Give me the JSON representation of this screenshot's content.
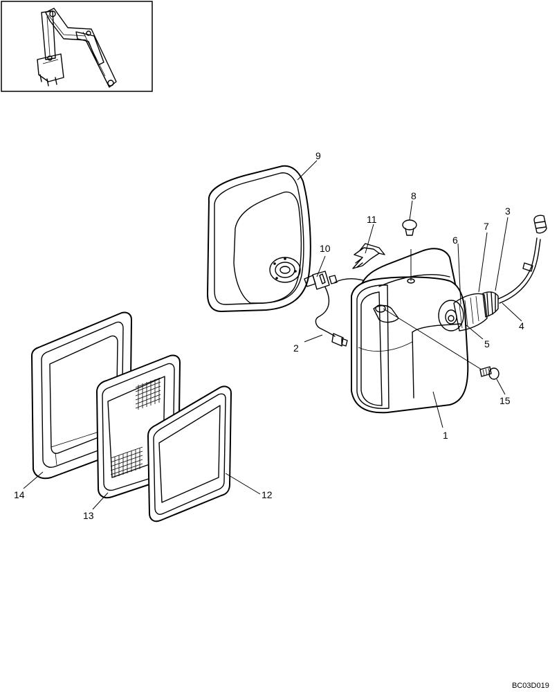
{
  "diagram_code": "BC03D019",
  "callouts": [
    {
      "id": "callout-1",
      "text": "1"
    },
    {
      "id": "callout-2",
      "text": "2"
    },
    {
      "id": "callout-3",
      "text": "3"
    },
    {
      "id": "callout-4",
      "text": "4"
    },
    {
      "id": "callout-5",
      "text": "5"
    },
    {
      "id": "callout-6",
      "text": "6"
    },
    {
      "id": "callout-7",
      "text": "7"
    },
    {
      "id": "callout-8",
      "text": "8"
    },
    {
      "id": "callout-9",
      "text": "9"
    },
    {
      "id": "callout-10",
      "text": "10"
    },
    {
      "id": "callout-11",
      "text": "11"
    },
    {
      "id": "callout-12",
      "text": "12"
    },
    {
      "id": "callout-13",
      "text": "13"
    },
    {
      "id": "callout-14",
      "text": "14"
    },
    {
      "id": "callout-15",
      "text": "15"
    }
  ]
}
